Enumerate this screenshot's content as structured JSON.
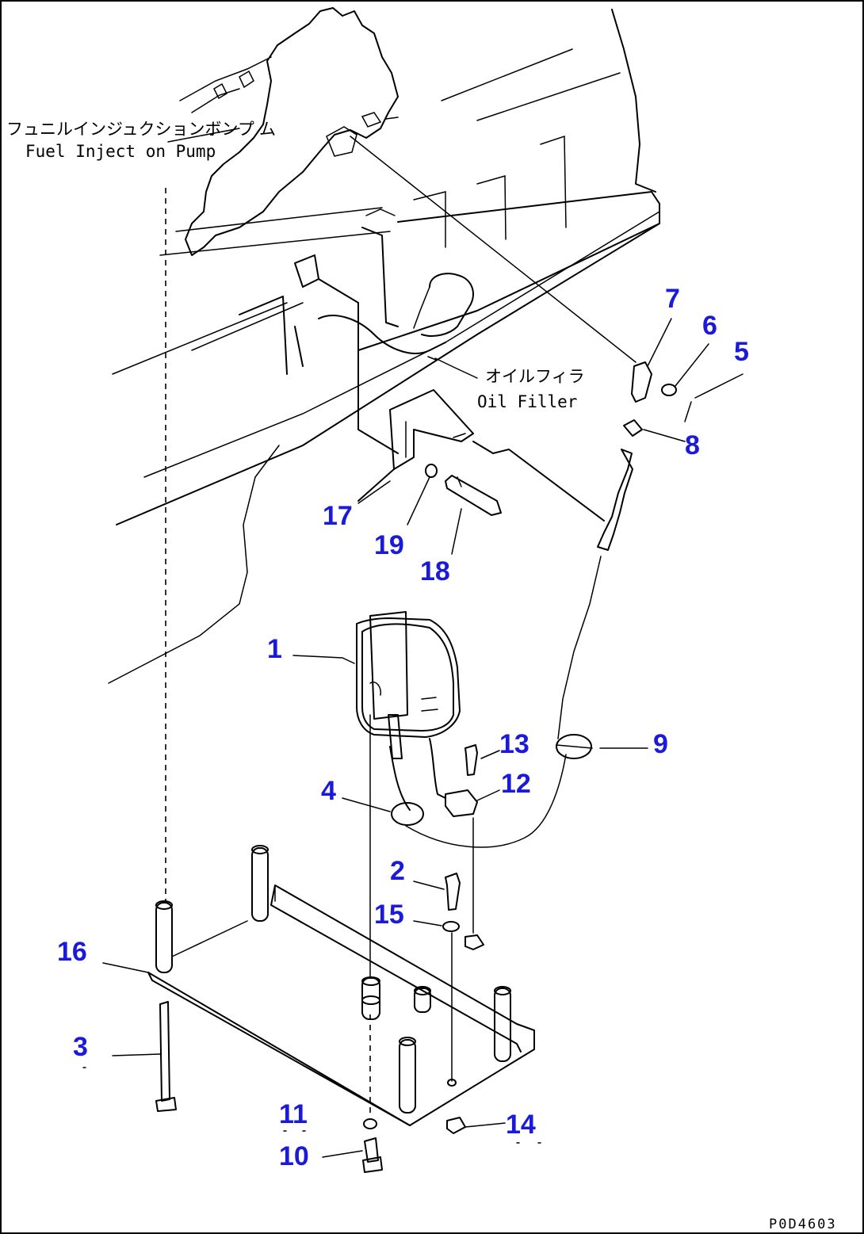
{
  "callouts": {
    "fuel_pump_jp": "フュニルインジュクションボンプ",
    "fuel_pump_en": "Fuel Inject on Pump",
    "oil_filler_jp": "オイルフィラ",
    "oil_filler_en": "Oil Filler"
  },
  "part_numbers": [
    "1",
    "2",
    "3",
    "4",
    "5",
    "6",
    "7",
    "8",
    "9",
    "10",
    "11",
    "12",
    "13",
    "14",
    "15",
    "16",
    "17",
    "18",
    "19"
  ],
  "drawing_no": "P0D4603",
  "colors": {
    "part_number": "#1a1ad8",
    "line": "#000000"
  }
}
